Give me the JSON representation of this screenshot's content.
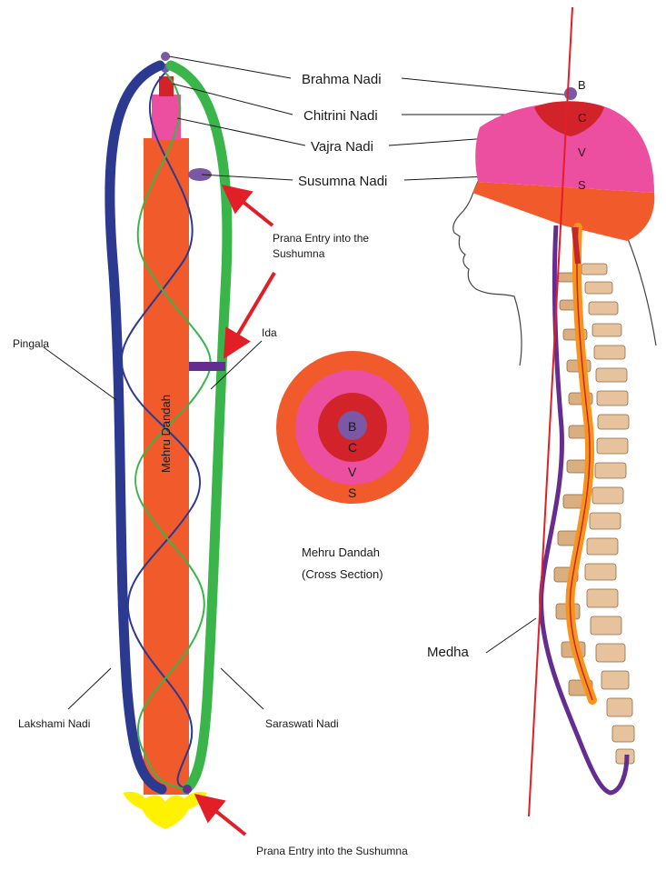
{
  "labels": {
    "brahma": "Brahma Nadi",
    "chitrini": "Chitrini Nadi",
    "vajra": "Vajra Nadi",
    "susumna": "Susumna Nadi",
    "prana_top_1": "Prana Entry into the",
    "prana_top_2": "Sushumna",
    "ida": "Ida",
    "pingala": "Pingala",
    "mehru": "Mehru Dandah",
    "lakshami": "Lakshami Nadi",
    "saraswati": "Saraswati Nadi",
    "prana_bottom": "Prana Entry into the Sushumna",
    "cross_title": "Mehru Dandah",
    "cross_sub": "(Cross Section)",
    "medha": "Medha"
  },
  "rings": {
    "b": "B",
    "c": "C",
    "v": "V",
    "s": "S"
  },
  "head_layers": {
    "b": "B",
    "c": "C",
    "v": "V",
    "s": "S"
  },
  "colors": {
    "orange": "#f15a2b",
    "pink": "#ec4fa0",
    "red": "#d2232a",
    "purple": "#7a58a6",
    "blue": "#2b3990",
    "green": "#39b54a",
    "yellow": "#fff200",
    "arrow": "#e21f26",
    "spine_purple": "#662d91",
    "spine_orange": "#f7941d",
    "vertebra": "#e6c39c"
  }
}
